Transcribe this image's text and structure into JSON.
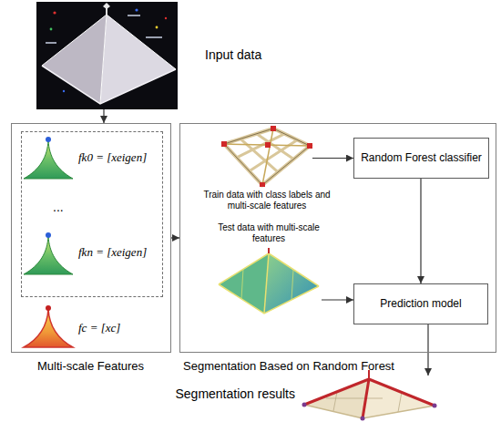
{
  "diagram": {
    "nodes": [
      {
        "text": [
          "Input data"
        ]
      },
      {
        "text": [
          "Multi-scale Features"
        ]
      },
      {
        "text": [
          "fk0 = [xeigen]",
          "...",
          "fkn = [xeigen]"
        ],
        "in": 1
      },
      {
        "text": [
          "Segmentation Based on Random Forest"
        ]
      },
      {
        "text": [
          "Train data with class labels and multi-scale features"
        ],
        "in": 3
      },
      {
        "text": [
          "Random Forest classifier"
        ],
        "in": 3
      },
      {
        "text": [
          "Test data with multi-scale features"
        ],
        "in": 3
      },
      {
        "text": [
          "Prediction model"
        ],
        "in": 3
      },
      {
        "text": [
          "Segmentation results"
        ]
      }
    ],
    "edges": [
      {
        "from": 0,
        "to": 1,
        "arrow": "to"
      },
      {
        "from": 1,
        "to": 3,
        "arrow": "to"
      },
      {
        "from": 4,
        "to": 5,
        "arrow": "to"
      },
      {
        "from": 5,
        "to": 7,
        "arrow": "to"
      },
      {
        "from": 6,
        "to": 7,
        "arrow": "to"
      },
      {
        "from": 7,
        "to": 8,
        "arrow": "to"
      }
    ],
    "labels": [
      "fc = [xc]"
    ]
  }
}
